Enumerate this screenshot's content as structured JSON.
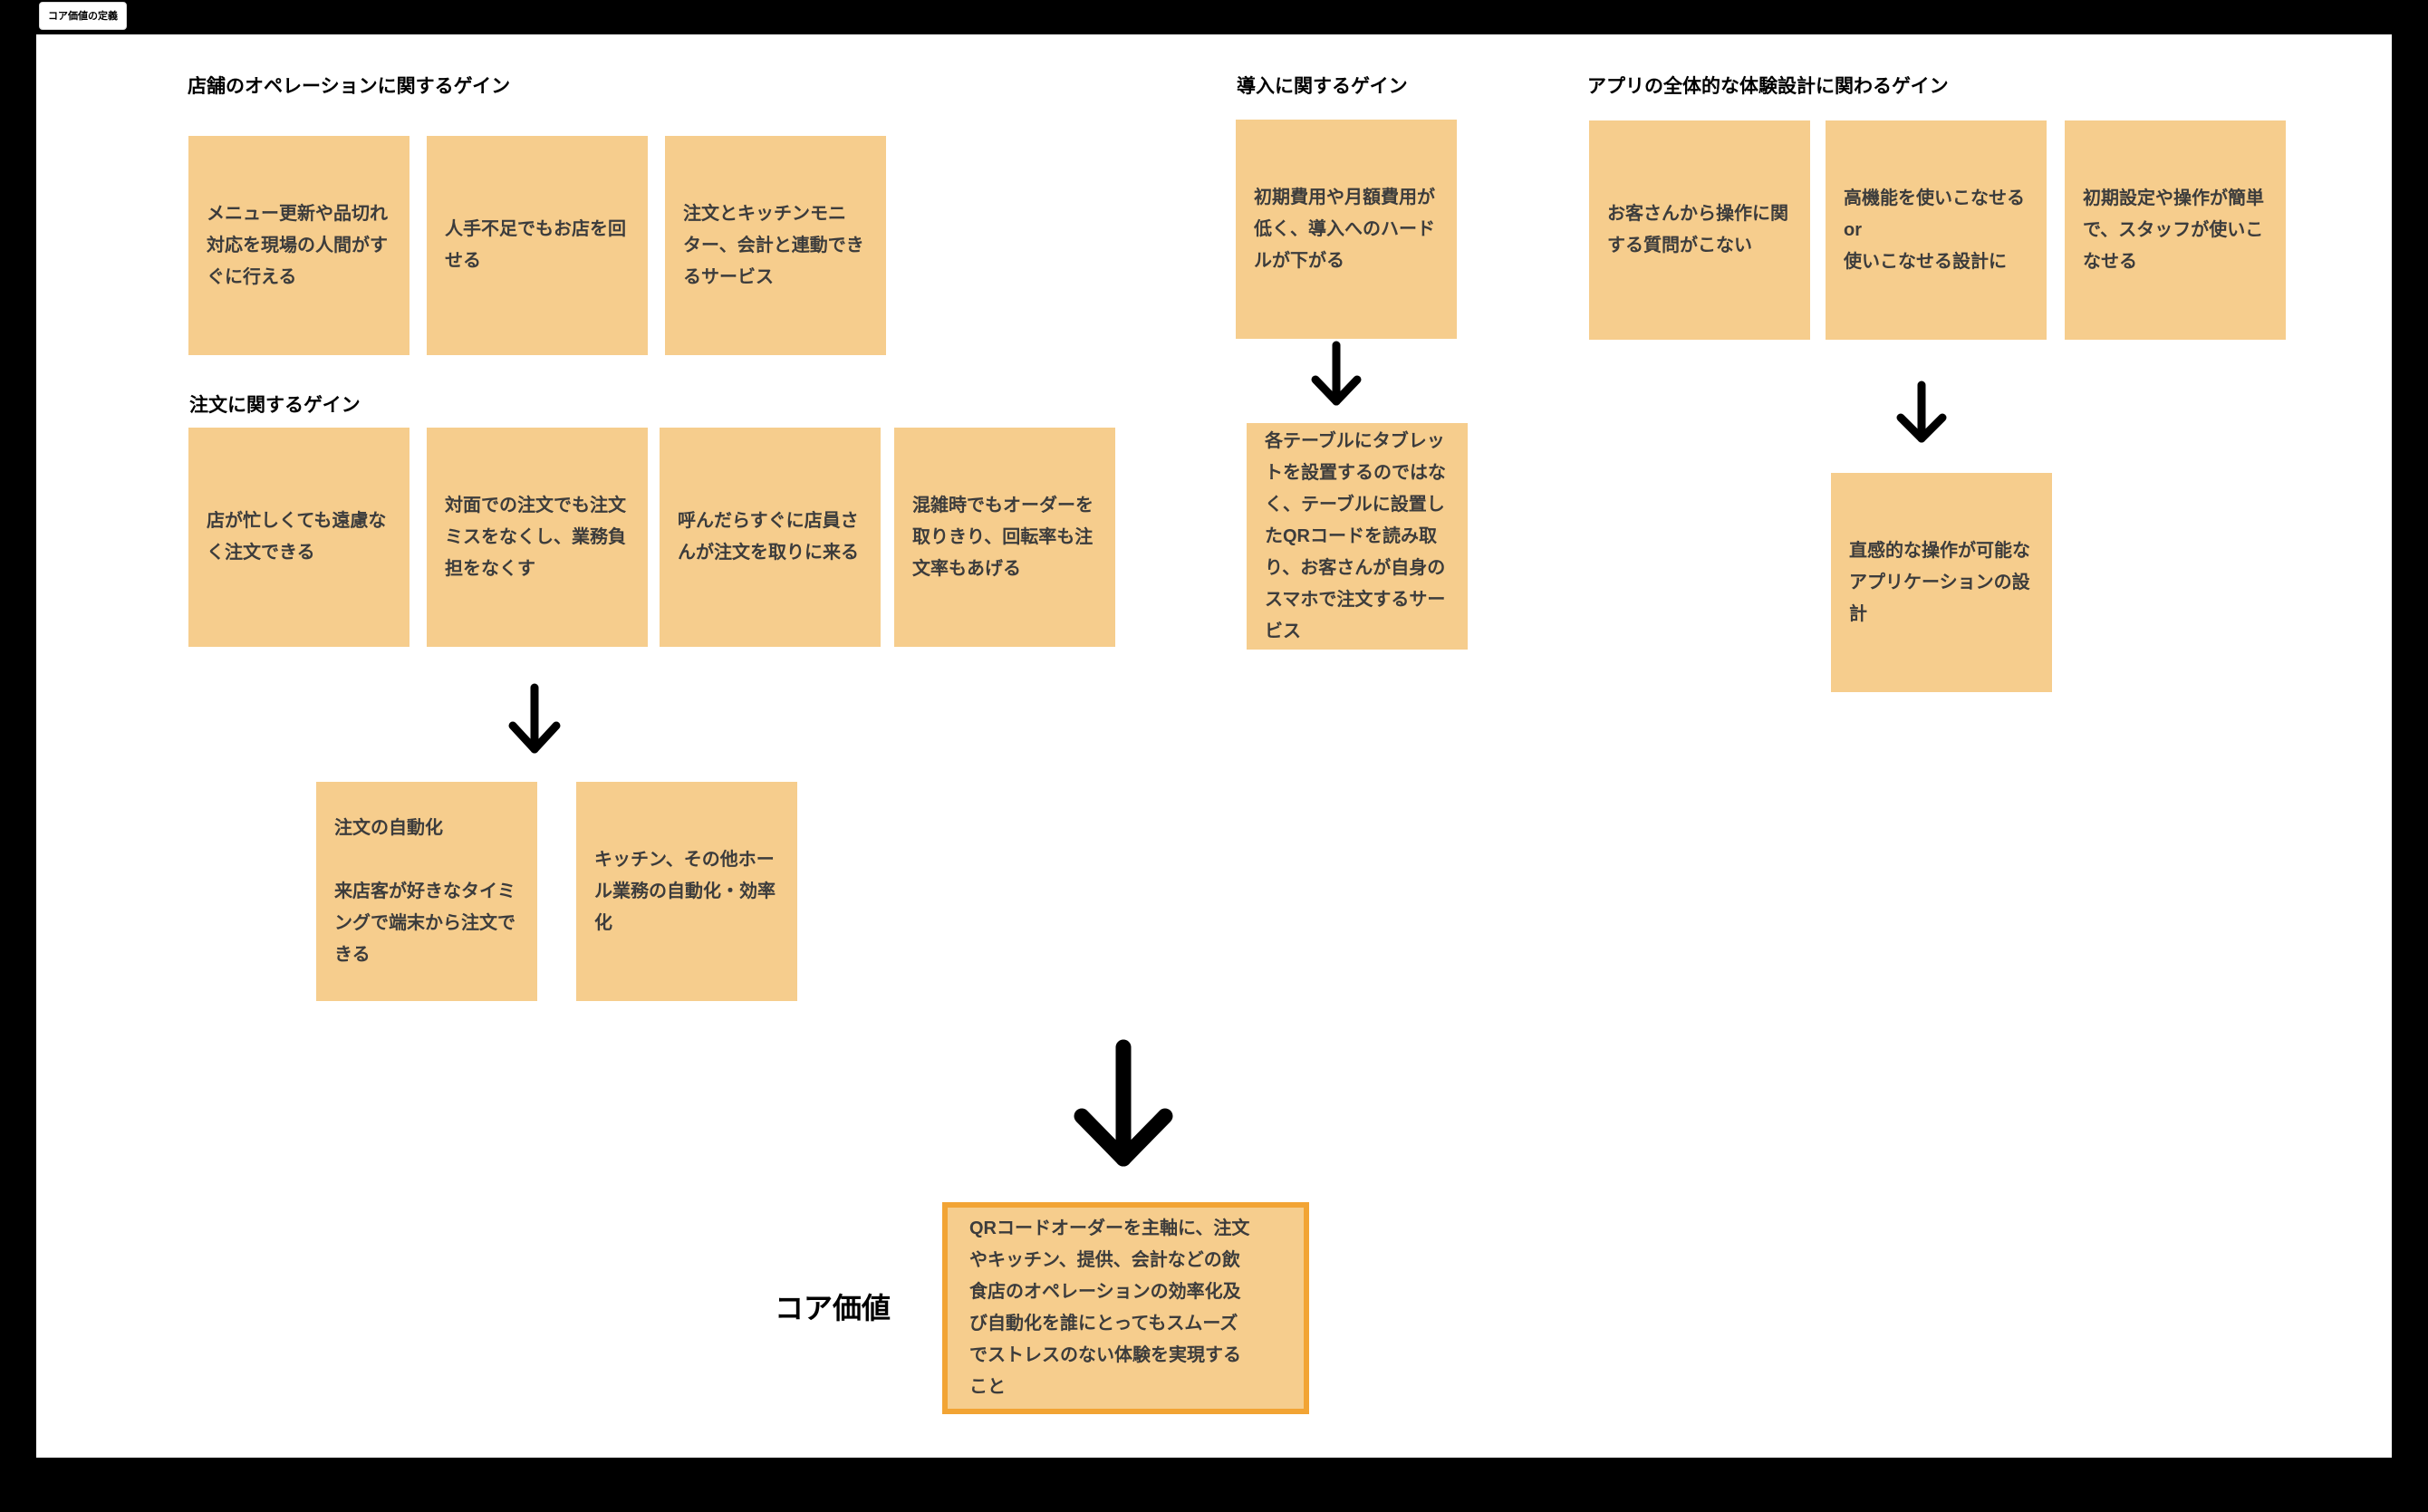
{
  "page_label": "コア価値の定義",
  "colors": {
    "frame": "#000000",
    "canvas": "#FFFFFF",
    "sticky_fill": "#F6CD8D",
    "sticky_text": "#3C3C3C",
    "header_text": "#000000",
    "core_note_border": "#F2A434",
    "arrow": "#000000"
  },
  "sections": {
    "store_ops": {
      "title": "店舗のオペレーションに関するゲイン",
      "notes": [
        "メニュー更新や品切れ\n対応を現場の人間がす\nぐに行える",
        "人手不足でもお店を回\nせる",
        "注文とキッチンモニ\nター、会計と連動でき\nるサービス"
      ]
    },
    "order": {
      "title": "注文に関するゲイン",
      "notes": [
        "店が忙しくても遠慮な\nく注文できる",
        "対面での注文でも注文\nミスをなくし、業務負\n担をなくす",
        "呼んだらすぐに店員さ\nんが注文を取りに来る",
        "混雑時でもオーダーを\n取りきり、回転率も注\n文率もあげる"
      ],
      "derived_notes": [
        "注文の自動化\n\n来店客が好きなタイミ\nングで端末から注文で\nきる",
        "キッチン、その他ホー\nル業務の自動化・効率\n化"
      ]
    },
    "adoption": {
      "title": "導入に関するゲイン",
      "notes": [
        "初期費用や月額費用が\n低く、導入へのハード\nルが下がる"
      ],
      "derived_notes": [
        "各テーブルにタブレッ\nトを設置するのではな\nく、テーブルに設置し\nたQRコードを読み取\nり、お客さんが自身の\nスマホで注文するサー\nビス"
      ]
    },
    "app_ux": {
      "title": "アプリの全体的な体験設計に関わるゲイン",
      "notes": [
        "お客さんから操作に関\nする質問がこない",
        "高機能を使いこなせる\nor\n使いこなせる設計に",
        "初期設定や操作が簡単\nで、スタッフが使いこ\nなせる"
      ],
      "derived_notes": [
        "直感的な操作が可能な\nアプリケーションの設\n計"
      ]
    }
  },
  "core_value": {
    "label": "コア価値",
    "text": "QRコードオーダーを主軸に、注文\nやキッチン、提供、会計などの飲\n食店のオペレーションの効率化及\nび自動化を誰にとってもスムーズ\nでストレスのない体験を実現する\nこと"
  }
}
